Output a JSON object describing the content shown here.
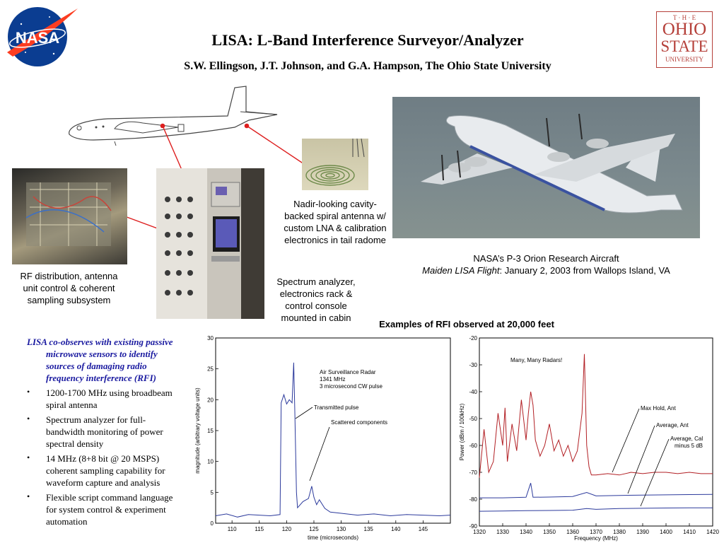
{
  "header": {
    "title": "LISA: L-Band Interference Surveyor/Analyzer",
    "authors": "S.W. Ellingson, J.T. Johnson, and G.A. Hampson, The Ohio State University"
  },
  "logos": {
    "nasa": "NASA",
    "osu": [
      "T · H · E",
      "OHIO",
      "STATE",
      "UNIVERSITY"
    ]
  },
  "captions": {
    "rf": "RF distribution, antenna unit control & coherent sampling subsystem",
    "rack": "Spectrum analyzer, electronics rack & control console mounted in cabin",
    "antenna": "Nadir-looking cavity-backed spiral antenna w/ custom LNA & calibration electronics in tail radome",
    "aircraft_line1": "NASA’s P-3 Orion Research Aircraft",
    "aircraft_italic": "Maiden LISA Flight",
    "aircraft_rest": ": January 2, 2003 from Wallops Island, VA"
  },
  "rfi_heading": "Examples of RFI observed at 20,000 feet",
  "bullets": {
    "intro": "LISA co-observes with existing passive microwave sensors to identify sources of damaging radio frequency interference (RFI)",
    "items": [
      "1200-1700 MHz using broadbeam spiral antenna",
      "Spectrum analyzer for full-bandwidth monitoring of power spectral density",
      "14 MHz (8+8 bit @ 20 MSPS) coherent sampling capability for waveform capture and analysis",
      "Flexible script command language for system control & experiment automation"
    ],
    "bullet_symbol": "•"
  },
  "colors": {
    "trace_blue": "#2c3a9c",
    "trace_red": "#b21f24",
    "pointer_line": "#dd1f1f",
    "intro_text": "#1a1aa0"
  },
  "chart_data": [
    {
      "type": "line",
      "xlabel": "time (microseconds)",
      "ylabel": "magnitude (arbitrary voltage units)",
      "xlim": [
        107,
        150
      ],
      "ylim": [
        0,
        30
      ],
      "xticks": [
        110,
        115,
        120,
        125,
        130,
        135,
        140,
        145
      ],
      "yticks": [
        0,
        5,
        10,
        15,
        20,
        25,
        30
      ],
      "grid": false,
      "annotations": [
        "Air Surveillance Radar",
        "1341 MHz",
        "3 microsecond CW pulse",
        "Transmitted pulse",
        "Scattered components"
      ],
      "series": [
        {
          "x": [
            107,
            109,
            111,
            113,
            115,
            117,
            118.8,
            119,
            119.5,
            120,
            120.5,
            121,
            121.3,
            121.5,
            121.8,
            122,
            123,
            124,
            124.6,
            125,
            125.5,
            126,
            127,
            128,
            130,
            133,
            136,
            139,
            142,
            145,
            148,
            150
          ],
          "y": [
            1.2,
            1.5,
            1.0,
            1.4,
            1.3,
            1.2,
            1.4,
            19.5,
            20.8,
            19.3,
            20.0,
            19.5,
            26.0,
            18.0,
            5.0,
            2.5,
            3.5,
            4.0,
            6.0,
            4.2,
            3.0,
            3.8,
            2.4,
            1.8,
            1.6,
            1.3,
            1.5,
            1.2,
            1.4,
            1.3,
            1.2,
            1.3
          ]
        }
      ]
    },
    {
      "type": "line",
      "xlabel": "Frequency (MHz)",
      "ylabel": "Power (dBm / 100kHz)",
      "xlim": [
        1320,
        1420
      ],
      "ylim": [
        -90,
        -20
      ],
      "xticks": [
        1320,
        1330,
        1340,
        1350,
        1360,
        1370,
        1380,
        1390,
        1400,
        1410,
        1420
      ],
      "yticks": [
        -20,
        -30,
        -40,
        -50,
        -60,
        -70,
        -80,
        -90
      ],
      "grid": false,
      "annotations": [
        "Many, Many Radars!",
        "Max Hold, Ant",
        "Average, Ant",
        "Average, Cal",
        "minus 5 dB"
      ],
      "series": [
        {
          "name": "Max Hold, Ant",
          "x": [
            1320,
            1322,
            1324,
            1326,
            1328,
            1330,
            1331,
            1332,
            1334,
            1336,
            1338,
            1340,
            1341,
            1342,
            1343,
            1344,
            1346,
            1348,
            1350,
            1352,
            1354,
            1356,
            1358,
            1360,
            1362,
            1364,
            1365,
            1366,
            1367,
            1368,
            1370,
            1375,
            1380,
            1385,
            1390,
            1395,
            1400,
            1405,
            1410,
            1415,
            1420
          ],
          "y": [
            -72,
            -54,
            -70,
            -66,
            -48,
            -60,
            -46,
            -66,
            -52,
            -62,
            -43,
            -58,
            -48,
            -40,
            -45,
            -58,
            -64,
            -60,
            -52,
            -62,
            -58,
            -64,
            -60,
            -66,
            -62,
            -48,
            -26,
            -60,
            -68,
            -71,
            -71,
            -70.5,
            -71,
            -70,
            -70.5,
            -70,
            -70,
            -70.5,
            -70,
            -70.5,
            -70.5
          ]
        },
        {
          "name": "Average, Ant",
          "x": [
            1320,
            1330,
            1340,
            1342,
            1343,
            1350,
            1360,
            1366,
            1370,
            1380,
            1390,
            1400,
            1410,
            1420
          ],
          "y": [
            -79.5,
            -79.5,
            -79.3,
            -74,
            -79.3,
            -79.2,
            -79.0,
            -77.5,
            -78.8,
            -78.6,
            -78.5,
            -78.4,
            -78.3,
            -78.2
          ]
        },
        {
          "name": "Average, Cal minus 5 dB",
          "x": [
            1320,
            1330,
            1340,
            1350,
            1360,
            1366,
            1370,
            1380,
            1390,
            1400,
            1410,
            1420
          ],
          "y": [
            -84.5,
            -84.4,
            -84.3,
            -84.2,
            -84.1,
            -83.5,
            -83.8,
            -83.5,
            -83.4,
            -83.3,
            -83.2,
            -83.2
          ]
        }
      ]
    }
  ]
}
